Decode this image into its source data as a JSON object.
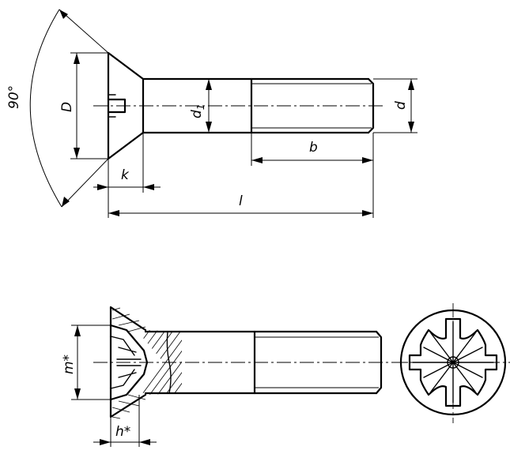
{
  "top_view": {
    "angle_label": "90°",
    "D_label": "D",
    "d1_main": "d",
    "d1_sub": "1",
    "d_label": "d",
    "b_label": "b",
    "k_label": "k",
    "l_label": "l"
  },
  "bottom_view": {
    "m_label": "m*",
    "h_label": "h*"
  }
}
